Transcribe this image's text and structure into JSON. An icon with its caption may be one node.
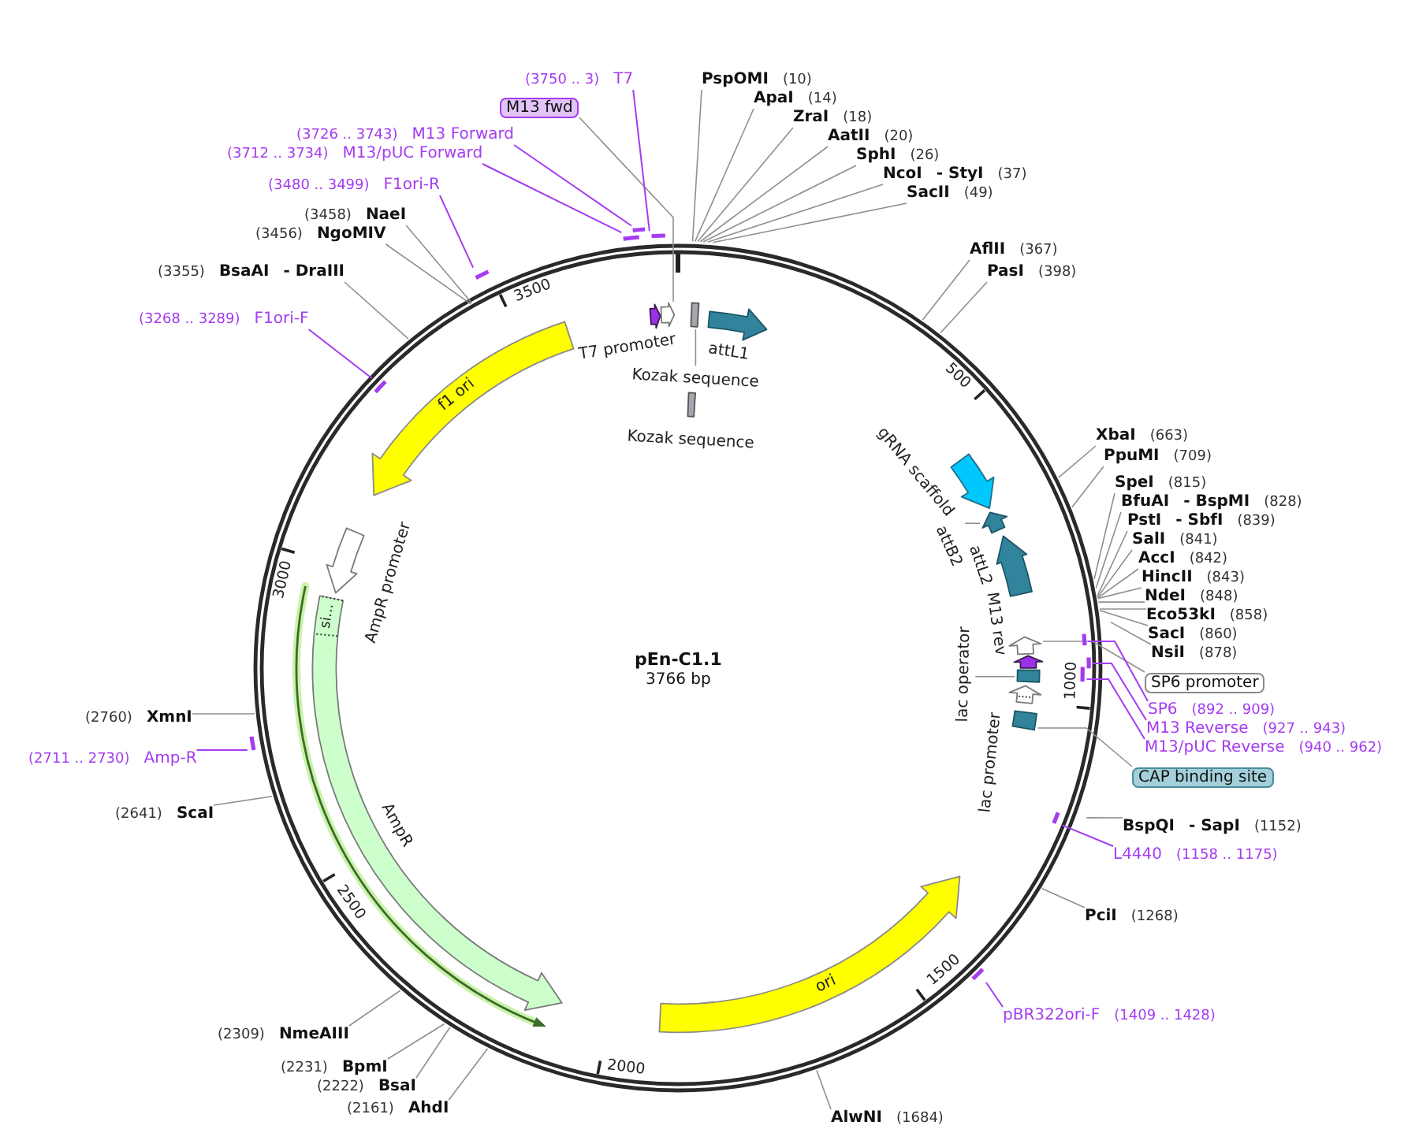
{
  "diagram": {
    "nodes": [
      {
        "text": [
          "PspOMI",
          "(10)"
        ]
      },
      {
        "text": [
          "ApaI",
          "(14)"
        ]
      },
      {
        "text": [
          "ZraI",
          "(18)"
        ]
      },
      {
        "text": [
          "AatII",
          "(20)"
        ]
      },
      {
        "text": [
          "SphI",
          "(26)"
        ]
      },
      {
        "text": [
          "NcoI",
          "- StyI",
          "(37)"
        ]
      },
      {
        "text": [
          "SacII",
          "(49)"
        ]
      },
      {
        "text": [
          "AflII",
          "(367)"
        ]
      },
      {
        "text": [
          "PasI",
          "(398)"
        ]
      },
      {
        "text": [
          "XbaI",
          "(663)"
        ]
      },
      {
        "text": [
          "PpuMI",
          "(709)"
        ]
      },
      {
        "text": [
          "SpeI",
          "(815)"
        ]
      },
      {
        "text": [
          "BfuAI",
          "- BspMI",
          "(828)"
        ]
      },
      {
        "text": [
          "PstI",
          "- SbfI",
          "(839)"
        ]
      },
      {
        "text": [
          "SalI",
          "(841)"
        ]
      },
      {
        "text": [
          "AccI",
          "(842)"
        ]
      },
      {
        "text": [
          "HincII",
          "(843)"
        ]
      },
      {
        "text": [
          "NdeI",
          "(848)"
        ]
      },
      {
        "text": [
          "Eco53kI",
          "(858)"
        ]
      },
      {
        "text": [
          "SacI",
          "(860)"
        ]
      },
      {
        "text": [
          "NsiI",
          "(878)"
        ]
      },
      {
        "text": [
          "SP6 promoter"
        ]
      },
      {
        "text": [
          "SP6",
          "(892 .. 909)"
        ]
      },
      {
        "text": [
          "M13 Reverse",
          "(927 .. 943)"
        ]
      },
      {
        "text": [
          "M13/pUC Reverse",
          "(940 .. 962)"
        ]
      },
      {
        "text": [
          "CAP binding site"
        ]
      },
      {
        "text": [
          "BspQI",
          "- SapI",
          "(1152)"
        ]
      },
      {
        "text": [
          "L4440",
          "(1158 .. 1175)"
        ]
      },
      {
        "text": [
          "PciI",
          "(1268)"
        ]
      },
      {
        "text": [
          "pBR322ori-F",
          "(1409 .. 1428)"
        ]
      },
      {
        "text": [
          "AlwNI",
          "(1684)"
        ]
      },
      {
        "text": [
          "(2161)",
          "AhdI"
        ]
      },
      {
        "text": [
          "(2222)",
          "BsaI"
        ]
      },
      {
        "text": [
          "(2231)",
          "BpmI"
        ]
      },
      {
        "text": [
          "(2309)",
          "NmeAIII"
        ]
      },
      {
        "text": [
          "(2641)",
          "ScaI"
        ]
      },
      {
        "text": [
          "(2711 .. 2730)",
          "Amp-R"
        ]
      },
      {
        "text": [
          "(2760)",
          "XmnI"
        ]
      },
      {
        "text": [
          "(3268 .. 3289)",
          "F1ori-F"
        ]
      },
      {
        "text": [
          "(3355)",
          "BsaAI",
          "- DraIII"
        ]
      },
      {
        "text": [
          "(3456)",
          "NgoMIV"
        ]
      },
      {
        "text": [
          "(3458)",
          "NaeI"
        ]
      },
      {
        "text": [
          "(3480 .. 3499)",
          "F1ori-R"
        ]
      },
      {
        "text": [
          "(3712 .. 3734)",
          "M13/pUC Forward"
        ]
      },
      {
        "text": [
          "(3726 .. 3743)",
          "M13 Forward"
        ]
      },
      {
        "text": [
          "M13 fwd"
        ]
      },
      {
        "text": [
          "(3750 .. 3)",
          "T7"
        ]
      },
      {
        "text": [],
        "shape": "bar"
      },
      {
        "text": [],
        "shape": "bar"
      },
      {
        "text": [],
        "shape": "bar"
      },
      {
        "text": [],
        "shape": "bar"
      },
      {
        "text": [],
        "shape": "bar"
      },
      {
        "text": [],
        "shape": "bar"
      },
      {
        "text": [],
        "shape": "bar"
      },
      {
        "text": [],
        "shape": "bar"
      },
      {
        "text": [],
        "shape": "bar"
      },
      {
        "text": [],
        "shape": "bar"
      },
      {
        "text": [],
        "shape": "bar"
      },
      {
        "text": [
          "T7 promoter"
        ]
      },
      {
        "text": [],
        "shape": "arrow"
      },
      {
        "text": [],
        "shape": "bar"
      },
      {
        "text": [
          "Kozak sequence"
        ]
      },
      {
        "text": [
          "attL1"
        ]
      },
      {
        "text": [
          "Kozak sequence"
        ]
      },
      {
        "text": [
          "f1 ori"
        ]
      },
      {
        "text": [
          "gRNA scaffold"
        ]
      },
      {
        "text": [],
        "shape": "arrow"
      },
      {
        "text": [
          "attB2"
        ]
      },
      {
        "text": [
          "attL2"
        ]
      },
      {
        "text": [],
        "shape": "arrow"
      },
      {
        "text": [
          "M13 rev"
        ]
      },
      {
        "text": [],
        "shape": "bar"
      },
      {
        "text": [
          "lac operator"
        ]
      },
      {
        "text": [
          "lac promoter"
        ]
      },
      {
        "text": [],
        "shape": "bar"
      },
      {
        "text": [
          "AmpR promoter"
        ]
      },
      {
        "text": [
          "AmpR"
        ]
      },
      {
        "text": [
          "si..."
        ],
        "in": 76
      },
      {
        "text": [
          "ori"
        ]
      }
    ],
    "edges": [
      {
        "from": 0,
        "to": null,
        "arrow": "none"
      },
      {
        "from": 1,
        "to": null,
        "arrow": "none"
      },
      {
        "from": 2,
        "to": null,
        "arrow": "none"
      },
      {
        "from": 3,
        "to": null,
        "arrow": "none"
      },
      {
        "from": 4,
        "to": null,
        "arrow": "none"
      },
      {
        "from": 5,
        "to": null,
        "arrow": "none"
      },
      {
        "from": 6,
        "to": null,
        "arrow": "none"
      },
      {
        "from": 7,
        "to": null,
        "arrow": "none"
      },
      {
        "from": 8,
        "to": null,
        "arrow": "none"
      },
      {
        "from": 9,
        "to": null,
        "arrow": "none"
      },
      {
        "from": 10,
        "to": null,
        "arrow": "none"
      },
      {
        "from": 11,
        "to": null,
        "arrow": "none"
      },
      {
        "from": 12,
        "to": null,
        "arrow": "none"
      },
      {
        "from": 13,
        "to": null,
        "arrow": "none"
      },
      {
        "from": 14,
        "to": null,
        "arrow": "none"
      },
      {
        "from": 15,
        "to": null,
        "arrow": "none"
      },
      {
        "from": 16,
        "to": null,
        "arrow": "none"
      },
      {
        "from": 17,
        "to": null,
        "arrow": "none"
      },
      {
        "from": 18,
        "to": null,
        "arrow": "none"
      },
      {
        "from": 19,
        "to": null,
        "arrow": "none"
      },
      {
        "from": 20,
        "to": null,
        "arrow": "none"
      },
      {
        "from": 21,
        "to": 69,
        "arrow": "none"
      },
      {
        "from": 22,
        "to": 52,
        "arrow": "none",
        "color": "#a43cf0"
      },
      {
        "from": 23,
        "to": 53,
        "arrow": "none",
        "color": "#a43cf0"
      },
      {
        "from": 24,
        "to": 54,
        "arrow": "none",
        "color": "#a43cf0"
      },
      {
        "from": 25,
        "to": 74,
        "arrow": "none"
      },
      {
        "from": 26,
        "to": null,
        "arrow": "none"
      },
      {
        "from": 27,
        "to": 56,
        "arrow": "none",
        "color": "#a43cf0"
      },
      {
        "from": 28,
        "to": null,
        "arrow": "none"
      },
      {
        "from": 29,
        "to": 57,
        "arrow": "none",
        "color": "#a43cf0"
      },
      {
        "from": 30,
        "to": null,
        "arrow": "none"
      },
      {
        "from": 31,
        "to": null,
        "arrow": "none"
      },
      {
        "from": 32,
        "to": null,
        "arrow": "none"
      },
      {
        "from": 33,
        "to": null,
        "arrow": "none"
      },
      {
        "from": 34,
        "to": null,
        "arrow": "none"
      },
      {
        "from": 35,
        "to": null,
        "arrow": "none"
      },
      {
        "from": 36,
        "to": 55,
        "arrow": "none",
        "color": "#a43cf0"
      },
      {
        "from": 37,
        "to": null,
        "arrow": "none"
      },
      {
        "from": 38,
        "to": 51,
        "arrow": "none",
        "color": "#a43cf0"
      },
      {
        "from": 39,
        "to": null,
        "arrow": "none"
      },
      {
        "from": 40,
        "to": null,
        "arrow": "none"
      },
      {
        "from": 41,
        "to": null,
        "arrow": "none"
      },
      {
        "from": 42,
        "to": 50,
        "arrow": "none",
        "color": "#a43cf0"
      },
      {
        "from": 43,
        "to": 47,
        "arrow": "none",
        "color": "#a43cf0"
      },
      {
        "from": 44,
        "to": 48,
        "arrow": "none",
        "color": "#a43cf0"
      },
      {
        "from": 45,
        "to": 59,
        "arrow": "none"
      },
      {
        "from": 46,
        "to": 49,
        "arrow": "none",
        "color": "#a43cf0"
      },
      {
        "from": 61,
        "to": 60,
        "arrow": "none"
      },
      {
        "from": 67,
        "to": 66,
        "arrow": "none"
      },
      {
        "from": 72,
        "to": 71,
        "arrow": "none"
      }
    ],
    "labels": [
      "pEn-C1.1",
      "3766 bp",
      "500",
      "1000",
      "1500",
      "2000",
      "2500",
      "3000",
      "3500"
    ]
  }
}
